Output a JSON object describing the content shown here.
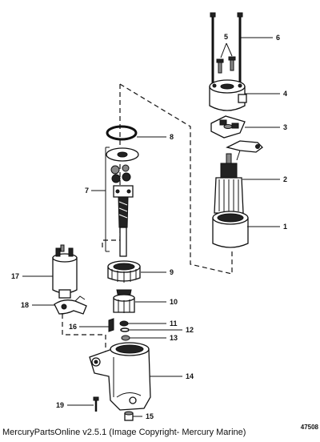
{
  "diagram": {
    "callouts": [
      "1",
      "2",
      "3",
      "4",
      "5",
      "6",
      "7",
      "8",
      "9",
      "10",
      "11",
      "12",
      "13",
      "14",
      "15",
      "16",
      "17",
      "18",
      "19"
    ],
    "figure_number": "47508"
  },
  "footer": {
    "caption": "MercuryPartsOnline v2.5.1 (Image Copyright- Mercury Marine)"
  }
}
